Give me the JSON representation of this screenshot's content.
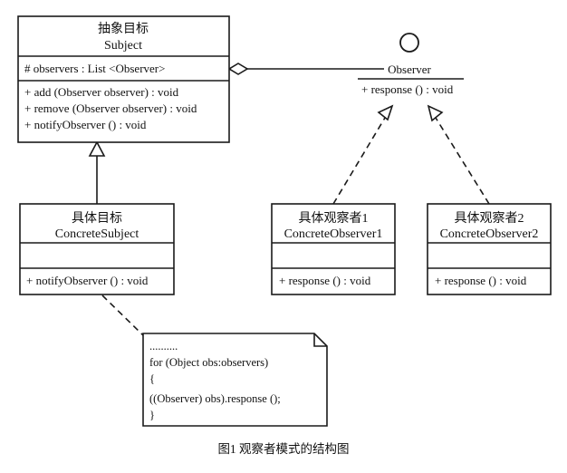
{
  "diagram": {
    "kind": "uml-class-diagram",
    "caption": "图1 观察者模式的结构图",
    "stroke_color": "#1a1a1a",
    "background_color": "#ffffff",
    "classes": {
      "subject": {
        "name_cn": "抽象目标",
        "name_en": "Subject",
        "attributes": [
          "# observers : List <Observer>"
        ],
        "operations": [
          "+ add (Observer observer) : void",
          "+ remove (Observer observer) : void",
          "+ notifyObserver () : void"
        ]
      },
      "concrete_subject": {
        "name_cn": "具体目标",
        "name_en": "ConcreteSubject",
        "attributes": [],
        "operations": [
          "+ notifyObserver () : void"
        ]
      },
      "concrete_observer_1": {
        "name_cn": "具体观察者1",
        "name_en": "ConcreteObserver1",
        "attributes": [],
        "operations": [
          "+ response () : void"
        ]
      },
      "concrete_observer_2": {
        "name_cn": "具体观察者2",
        "name_en": "ConcreteObserver2",
        "attributes": [],
        "operations": [
          "+ response () : void"
        ]
      }
    },
    "interface": {
      "name": "Observer",
      "operations": [
        "+ response () : void"
      ]
    },
    "note": {
      "lines": [
        "..........",
        "for (Object obs:observers)",
        "{",
        "    ((Observer) obs).response ();",
        "}"
      ]
    },
    "relationships": [
      {
        "id": "aggregation-subject-observer",
        "type": "aggregation",
        "from": "subject",
        "to": "interface-observer"
      },
      {
        "id": "generalization-concretesubject-subject",
        "type": "generalization",
        "from": "concrete_subject",
        "to": "subject"
      },
      {
        "id": "realization-observer1-interface",
        "type": "realization",
        "from": "concrete_observer_1",
        "to": "interface-observer"
      },
      {
        "id": "realization-observer2-interface",
        "type": "realization",
        "from": "concrete_observer_2",
        "to": "interface-observer"
      },
      {
        "id": "anchor-note-concretesubject",
        "type": "note-anchor",
        "from": "note",
        "to": "concrete_subject"
      }
    ]
  }
}
